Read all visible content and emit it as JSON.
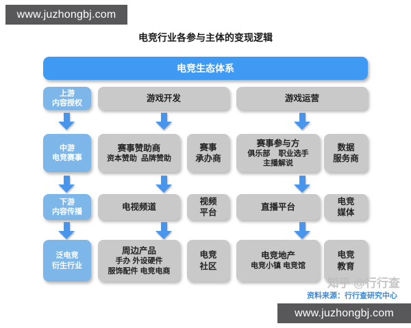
{
  "title": "电竞行业各参与主体的变现逻辑",
  "top_bar": {
    "url": "www.juzhongbj.com"
  },
  "bottom_bar": {
    "url": "www.juzhongbj.com"
  },
  "ecosystem_header": "电竞生态体系",
  "rows": {
    "upstream": {
      "stage_line1": "上游",
      "stage_line2": "内容授权",
      "game_dev": "游戏开发",
      "game_ops": "游戏运营"
    },
    "midstream": {
      "stage_line1": "中游",
      "stage_line2": "电竞赛事",
      "sponsor_title": "赛事赞助商",
      "sponsor_sub": "资本赞助  品牌赞助",
      "organizer_line1": "赛事",
      "organizer_line2": "承办商",
      "participant_title": "赛事参与方",
      "participant_sub1": "俱乐部    职业选手",
      "participant_sub2": "主播解说",
      "data_line1": "数据",
      "data_line2": "服务商"
    },
    "downstream": {
      "stage_line1": "下游",
      "stage_line2": "内容传播",
      "tv_channel": "电视频道",
      "video_line1": "视频",
      "video_line2": "平台",
      "live_platform": "直播平台",
      "media_line1": "电竞",
      "media_line2": "媒体"
    },
    "derivative": {
      "stage_line1": "泛电竞",
      "stage_line2": "衍生行业",
      "merch_title": "周边产品",
      "merch_sub1": "手办 外设硬件",
      "merch_sub2": "服饰配件 电竞电商",
      "community_line1": "电竞",
      "community_line2": "社区",
      "estate_title": "电竞地产",
      "estate_sub": "电竞小镇 电竞馆",
      "edu_line1": "电竞",
      "edu_line2": "教育"
    }
  },
  "footer": {
    "watermark": "知乎 @行行查",
    "source": "资料来源：行行查研究中心"
  },
  "colors": {
    "header_blue": "#3e9af3",
    "stage_blue": "#7db7ea",
    "arrow_blue": "#4795ec",
    "box_gray": "#c9c9c9",
    "bar_dark": "#58585a",
    "source_blue": "#3f87cf"
  }
}
